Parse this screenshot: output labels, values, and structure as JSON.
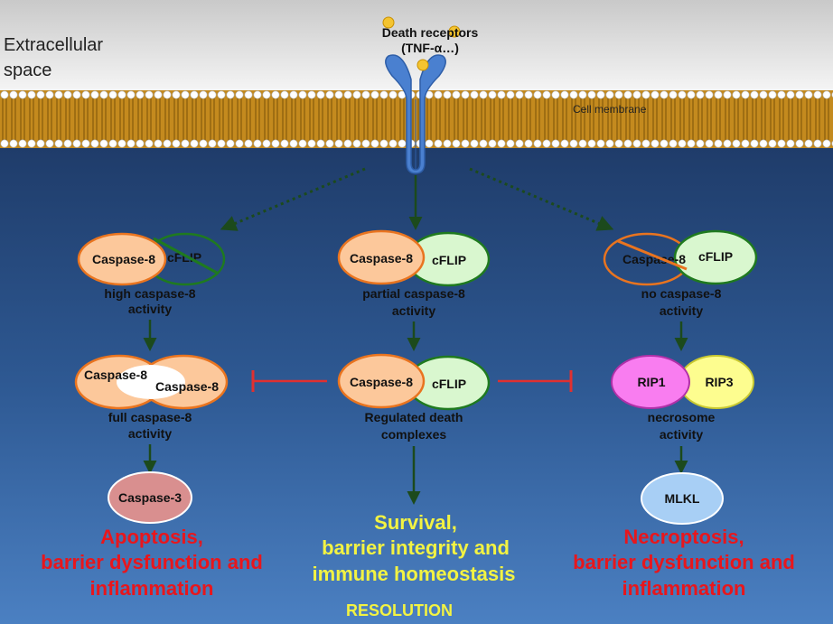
{
  "extracellular": {
    "line1": "Extracellular",
    "line2": "space"
  },
  "receptor": {
    "line1": "Death receptors",
    "line2": "(TNF-α…)"
  },
  "membrane_label": "Cell membrane",
  "left": {
    "caspase8": "Caspase-8",
    "cflip": "cFLIP",
    "activity_line1": "high caspase-8",
    "activity_line2": "activity",
    "dimer_a": "Caspase-8",
    "dimer_b": "Caspase-8",
    "full_line1": "full caspase-8",
    "full_line2": "activity",
    "caspase3": "Caspase-3",
    "outcome_line1": "Apoptosis,",
    "outcome_line2": "barrier dysfunction and",
    "outcome_line3": "inflammation"
  },
  "center": {
    "caspase8": "Caspase-8",
    "cflip": "cFLIP",
    "activity_line1": "partial caspase-8",
    "activity_line2": "activity",
    "caspase8_b": "Caspase-8",
    "cflip_b": "cFLIP",
    "complex_line1": "Regulated death",
    "complex_line2": "complexes",
    "outcome_line1": "Survival,",
    "outcome_line2": "barrier integrity and",
    "outcome_line3": "immune homeostasis",
    "resolution": "RESOLUTION"
  },
  "right": {
    "caspase8": "Caspase-8",
    "cflip": "cFLIP",
    "activity_line1": "no caspase-8",
    "activity_line2": "activity",
    "rip1": "RIP1",
    "rip3": "RIP3",
    "necro_line1": "necrosome",
    "necro_line2": "activity",
    "mlkl": "MLKL",
    "outcome_line1": "Necroptosis,",
    "outcome_line2": "barrier dysfunction and",
    "outcome_line3": "inflammation"
  },
  "colors": {
    "caspase8": "#fcc89b",
    "cflip": "#d9f7cf",
    "rip1": "#f97df0",
    "rip3": "#fdfd8f",
    "caspase3": "#d98f8f",
    "mlkl": "#a8cff5",
    "arrow": "#1c4a1c",
    "inhibit": "#e03030",
    "outcome_red": "#e8161c",
    "outcome_yellow": "#f3f342"
  }
}
